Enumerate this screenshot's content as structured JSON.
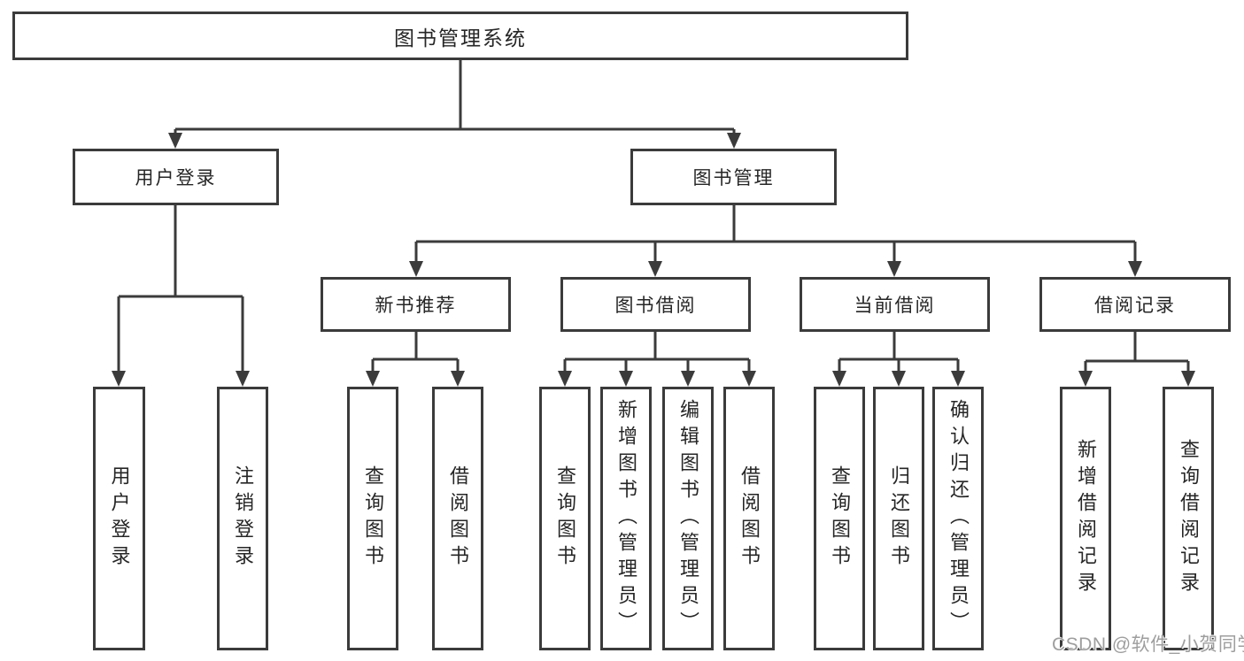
{
  "diagram": {
    "nodes": {
      "root": "图书管理系统",
      "user_login": "用户登录",
      "book_mgmt": "图书管理",
      "new_books": "新书推荐",
      "book_borrow": "图书借阅",
      "current_borrow": "当前借阅",
      "borrow_records": "借阅记录",
      "leaf_user_login": "用户登录",
      "leaf_logout": "注销登录",
      "nb_query": "查询图书",
      "nb_borrow": "借阅图书",
      "bb_query": "查询图书",
      "bb_add": "新增图书（管理员）",
      "bb_edit": "编辑图书（管理员）",
      "bb_borrow": "借阅图书",
      "cb_query": "查询图书",
      "cb_return": "归还图书",
      "cb_confirm": "确认归还（管理员）",
      "br_add": "新增借阅记录",
      "br_query": "查询借阅记录"
    },
    "watermark": "CSDN @软件_小贺同学",
    "colors": {
      "line": "#3b3b3b",
      "text": "#262626",
      "background": "#ffffff",
      "watermark": "#9e9e9e"
    }
  }
}
